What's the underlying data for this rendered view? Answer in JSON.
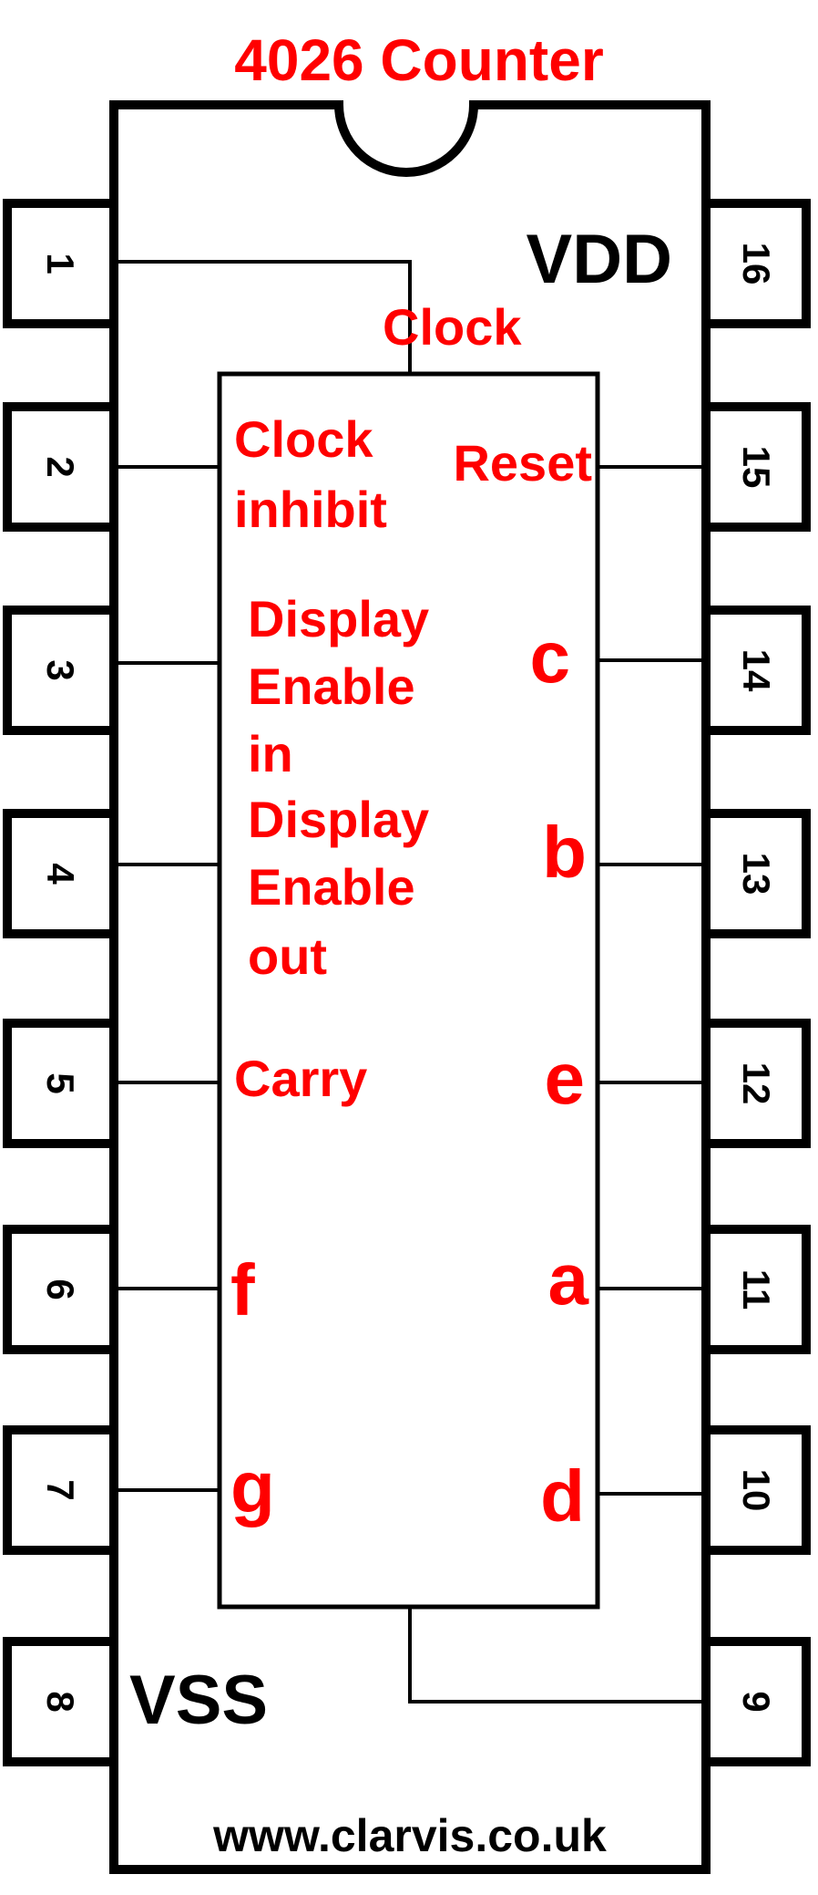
{
  "title": "4026 Counter",
  "website": "www.clarvis.co.uk",
  "colors": {
    "label": "#ff0000",
    "outline": "#000000",
    "background": "#ffffff"
  },
  "power": {
    "vdd": "VDD",
    "vss": "VSS"
  },
  "pins_left": [
    {
      "number": "1",
      "label": "Clock"
    },
    {
      "number": "2",
      "label": [
        "Clock",
        "inhibit"
      ]
    },
    {
      "number": "3",
      "label": [
        "Display",
        "Enable",
        "in"
      ]
    },
    {
      "number": "4",
      "label": [
        "Display",
        "Enable",
        "out"
      ]
    },
    {
      "number": "5",
      "label": "Carry"
    },
    {
      "number": "6",
      "label": "f"
    },
    {
      "number": "7",
      "label": "g"
    },
    {
      "number": "8",
      "label": "VSS"
    }
  ],
  "pins_right": [
    {
      "number": "9",
      "label": ""
    },
    {
      "number": "10",
      "label": "d"
    },
    {
      "number": "11",
      "label": "a"
    },
    {
      "number": "12",
      "label": "e"
    },
    {
      "number": "13",
      "label": "b"
    },
    {
      "number": "14",
      "label": "c"
    },
    {
      "number": "15",
      "label": "Reset"
    },
    {
      "number": "16",
      "label": "VDD"
    }
  ]
}
